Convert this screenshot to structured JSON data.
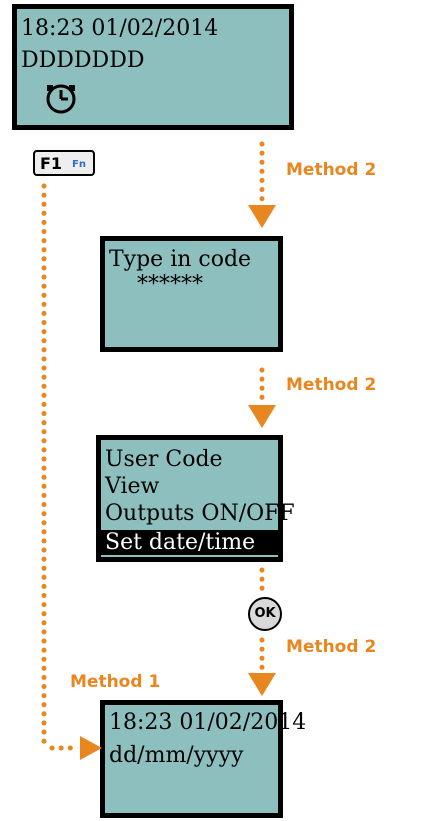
{
  "screens": {
    "home": {
      "line1": "18:23 01/02/2014",
      "line2": "DDDDDDD",
      "icon": "clock-icon"
    },
    "code": {
      "line1": "Type in code",
      "line2": "    ******"
    },
    "menu": {
      "items": [
        "User Code",
        "View",
        "Outputs ON/OFF",
        "Set date/time"
      ],
      "selected_index": 3
    },
    "datetime": {
      "line1": "18:23 01/02/2014",
      "line2": "dd/mm/yyyy"
    }
  },
  "keys": {
    "f1": "F1",
    "fn": "Fn",
    "ok": "OK"
  },
  "labels": {
    "method2_a": "Method 2",
    "method2_b": "Method 2",
    "method2_c": "Method 2",
    "method1": "Method 1"
  },
  "colors": {
    "lcd": "#8dbfbe",
    "arrow": "#e8861f",
    "fn_text": "#2f6fc0"
  }
}
